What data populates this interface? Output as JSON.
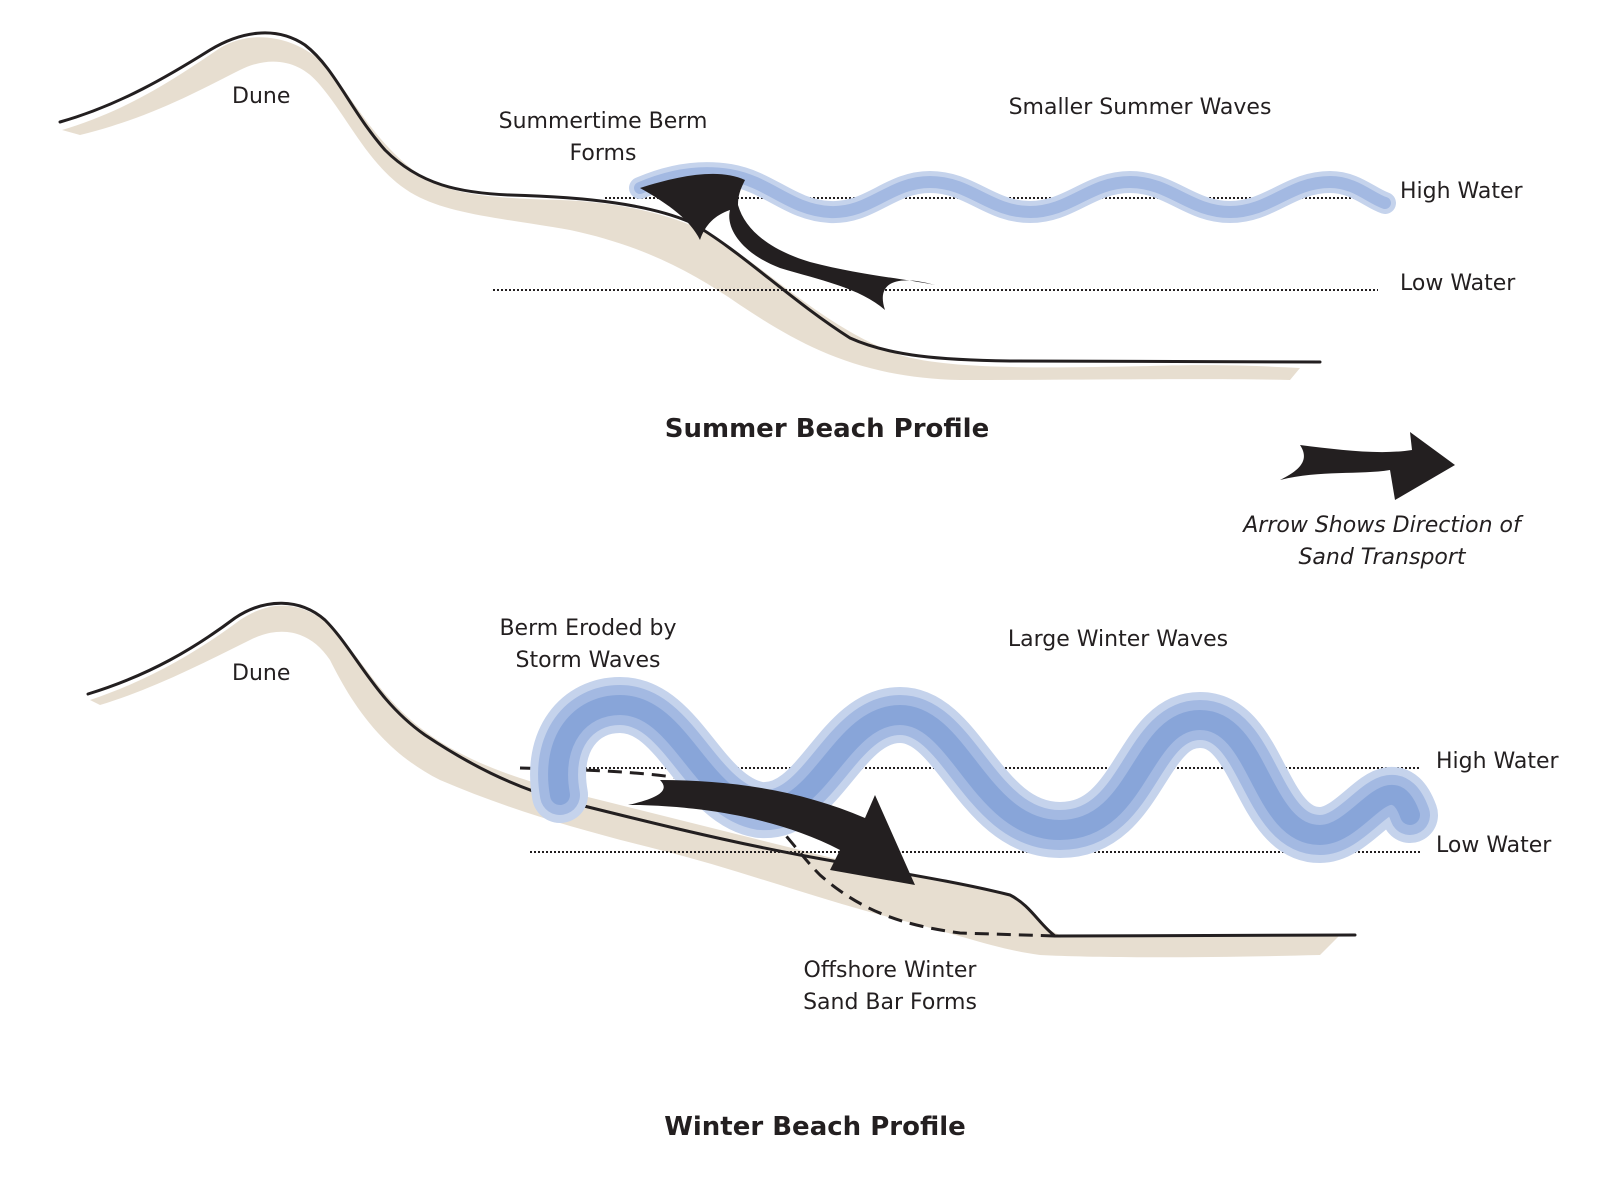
{
  "summer": {
    "dune_label": "Dune",
    "berm_label_line1": "Summertime Berm",
    "berm_label_line2": "Forms",
    "waves_label": "Smaller Summer Waves",
    "high_water_label": "High Water",
    "low_water_label": "Low Water",
    "title": "Summer Beach Profile"
  },
  "legend": {
    "line1": "Arrow Shows Direction of",
    "line2": "Sand Transport"
  },
  "winter": {
    "dune_label": "Dune",
    "berm_label_line1": "Berm Eroded by",
    "berm_label_line2": "Storm Waves",
    "waves_label": "Large Winter Waves",
    "high_water_label": "High Water",
    "low_water_label": "Low Water",
    "sandbar_label_line1": "Offshore Winter",
    "sandbar_label_line2": "Sand Bar Forms",
    "title": "Winter Beach Profile"
  },
  "colors": {
    "sand": "#e3d8c8",
    "outline": "#231f20",
    "wave_light": "#c5d3ec",
    "wave_mid": "#a3b9e2",
    "wave_dark": "#7f9fd6",
    "arrow": "#231f20"
  }
}
